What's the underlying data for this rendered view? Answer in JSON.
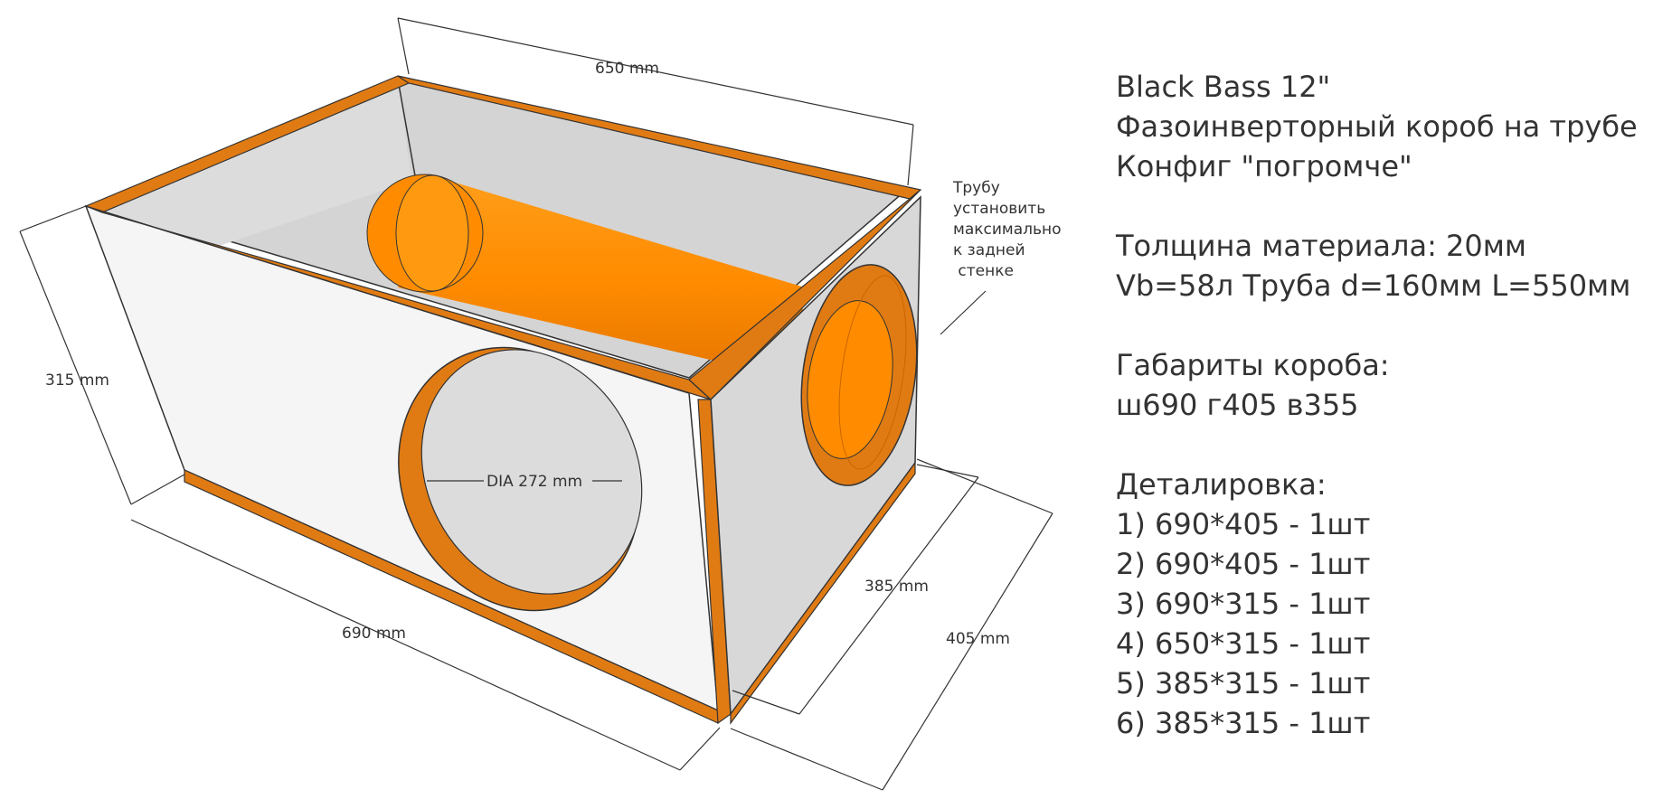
{
  "diagram": {
    "dimensions": {
      "width_top": "650 mm",
      "height_left": "315 mm",
      "width_bottom": "690 mm",
      "depth_inner": "385 mm",
      "depth_outer": "405 mm",
      "speaker_diameter": "DIA 272 mm"
    },
    "note_lines": [
      "Трубу",
      "установить",
      "максимально",
      "к задней",
      " стенке"
    ],
    "colors": {
      "edge_orange": "#e07b14",
      "tube_orange": "#ff8c00",
      "panel_white": "#f5f5f5",
      "inner_grey": "#d4d4d4",
      "line_dark": "#333333"
    }
  },
  "spec": {
    "title": "Black Bass 12\"",
    "subtitle": "Фазоинверторный короб на трубе",
    "config": "Конфиг \"погромче\"",
    "material": "Толщина материала: 20мм",
    "volume": "Vb=58л Труба d=160мм L=550мм",
    "size_heading": "Габариты короба:",
    "size_value": "ш690 г405 в355",
    "parts_heading": "Деталировка:",
    "parts": [
      "1) 690*405 - 1шт",
      "2) 690*405 - 1шт",
      "3) 690*315 - 1шт",
      "4) 650*315 - 1шт",
      "5) 385*315 - 1шт",
      "6) 385*315 - 1шт"
    ]
  }
}
